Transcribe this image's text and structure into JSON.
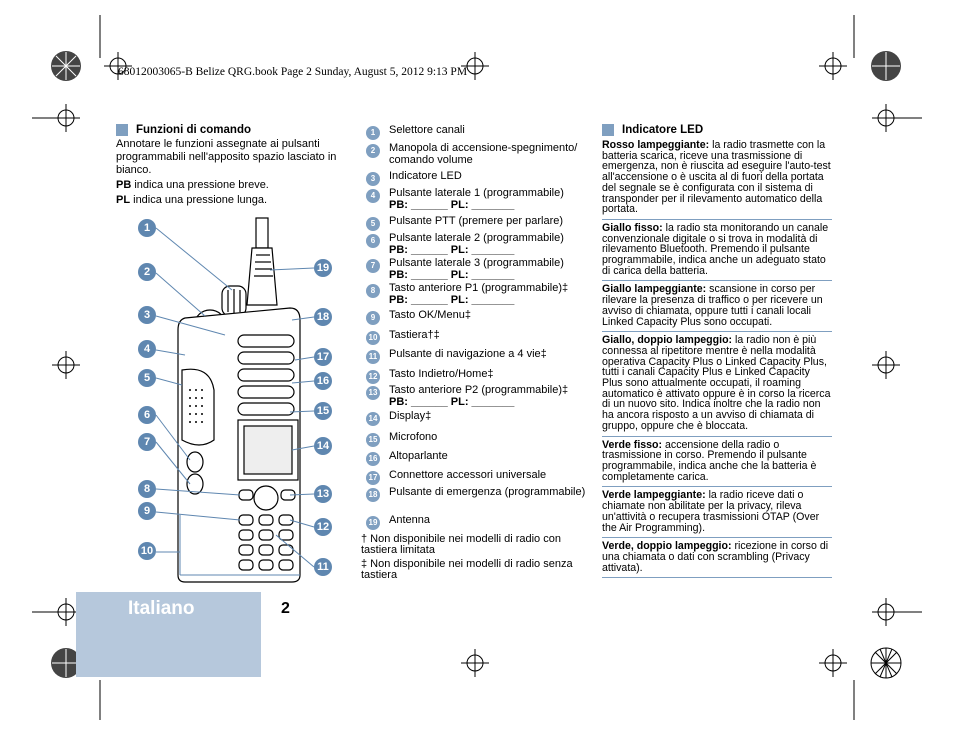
{
  "header": {
    "text": "68012003065-B Belize QRG.book  Page 2  Sunday, August 5, 2012  9:13 PM"
  },
  "left": {
    "heading": "Funzioni di comando",
    "intro": "Annotare le funzioni assegnate ai pulsanti programmabili nell'apposito spazio lasciato in bianco.",
    "pb_abbr": "PB",
    "pb_text": " indica una pressione breve.",
    "pl_abbr": "PL",
    "pl_text": " indica una pressione lunga."
  },
  "items": [
    {
      "n": "1",
      "text": "Selettore canali"
    },
    {
      "n": "2",
      "text": "Manopola di accensione-spegnimento/ comando volume"
    },
    {
      "n": "3",
      "text": "Indicatore LED"
    },
    {
      "n": "4",
      "text": "Pulsante laterale 1 (programmabile)",
      "pbpl": "PB: ______ PL: _______"
    },
    {
      "n": "5",
      "text": "Pulsante PTT (premere per parlare)"
    },
    {
      "n": "6",
      "text": "Pulsante laterale 2 (programmabile)",
      "pbpl": "PB: ______ PL: _______"
    },
    {
      "n": "7",
      "text": "Pulsante laterale 3 (programmabile)",
      "pbpl": "PB: ______ PL: _______"
    },
    {
      "n": "8",
      "text": "Tasto anteriore P1 (programmabile)‡",
      "pbpl": "PB: ______ PL: _______"
    },
    {
      "n": "9",
      "text": "Tasto OK/Menu‡"
    },
    {
      "n": "10",
      "text": "Tastiera†‡"
    },
    {
      "n": "11",
      "text": "Pulsante di navigazione a 4 vie‡"
    },
    {
      "n": "12",
      "text": "Tasto Indietro/Home‡"
    },
    {
      "n": "13",
      "text": "Tasto anteriore P2 (programmabile)‡",
      "pbpl": "PB: ______ PL: _______"
    },
    {
      "n": "14",
      "text": "Display‡"
    },
    {
      "n": "15",
      "text": "Microfono"
    },
    {
      "n": "16",
      "text": "Altoparlante"
    },
    {
      "n": "17",
      "text": "Connettore accessori universale"
    },
    {
      "n": "18",
      "text": "Pulsante di emergenza (programmabile)"
    },
    {
      "n": "19",
      "text": "Antenna"
    }
  ],
  "footnotes": {
    "dagger": "† Non disponibile nei modelli di radio con tastiera limitata",
    "ddagger": "‡ Non disponibile nei modelli di radio senza tastiera"
  },
  "right": {
    "heading": "Indicatore LED",
    "entries": [
      {
        "label": "Rosso lampeggiante:",
        "text": " la radio trasmette con la batteria scarica, riceve una trasmissione di emergenza, non è riuscita ad eseguire l'auto-test all'accensione o è uscita al di fuori della portata del segnale se è configurata con il sistema di transponder per il rilevamento automatico della portata."
      },
      {
        "label": "Giallo fisso:",
        "text": " la radio sta monitorando un canale convenzionale digitale o si trova in modalità di rilevamento Bluetooth. Premendo il pulsante programmabile, indica anche un adeguato stato di carica della batteria."
      },
      {
        "label": "Giallo lampeggiante:",
        "text": " scansione in corso per rilevare la presenza di traffico o per ricevere un avviso di chiamata, oppure tutti i canali locali Linked Capacity Plus sono occupati."
      },
      {
        "label": "Giallo, doppio lampeggio:",
        "text": " la radio non è più connessa al ripetitore mentre è nella modalità operativa Capacity Plus o Linked Capacity Plus, tutti i canali Capacity Plus e Linked Capacity Plus sono attualmente occupati, il roaming automatico è attivato oppure è in corso la ricerca di un nuovo sito. Indica inoltre che la radio non ha ancora risposto a un avviso di chiamata di gruppo, oppure che è bloccata."
      },
      {
        "label": "Verde fisso:",
        "text": " accensione della radio o trasmissione in corso. Premendo il pulsante programmabile, indica anche che la batteria è completamente carica."
      },
      {
        "label": "Verde lampeggiante:",
        "text": " la radio riceve dati o chiamate non abilitate per la privacy, rileva un'attività o recupera trasmissioni OTAP (Over the Air Programming)."
      },
      {
        "label": "Verde, doppio lampeggio:",
        "text": " ricezione in corso di una chiamata o dati con scrambling (Privacy attivata)."
      }
    ]
  },
  "footer": {
    "lang": "Italiano",
    "page": "2"
  },
  "callouts": [
    "1",
    "2",
    "3",
    "4",
    "5",
    "6",
    "7",
    "8",
    "9",
    "10",
    "19",
    "18",
    "17",
    "16",
    "15",
    "14",
    "13",
    "12",
    "11"
  ],
  "colors": {
    "accent": "#7f9fc0",
    "footer_bg": "#b6c8dc"
  }
}
